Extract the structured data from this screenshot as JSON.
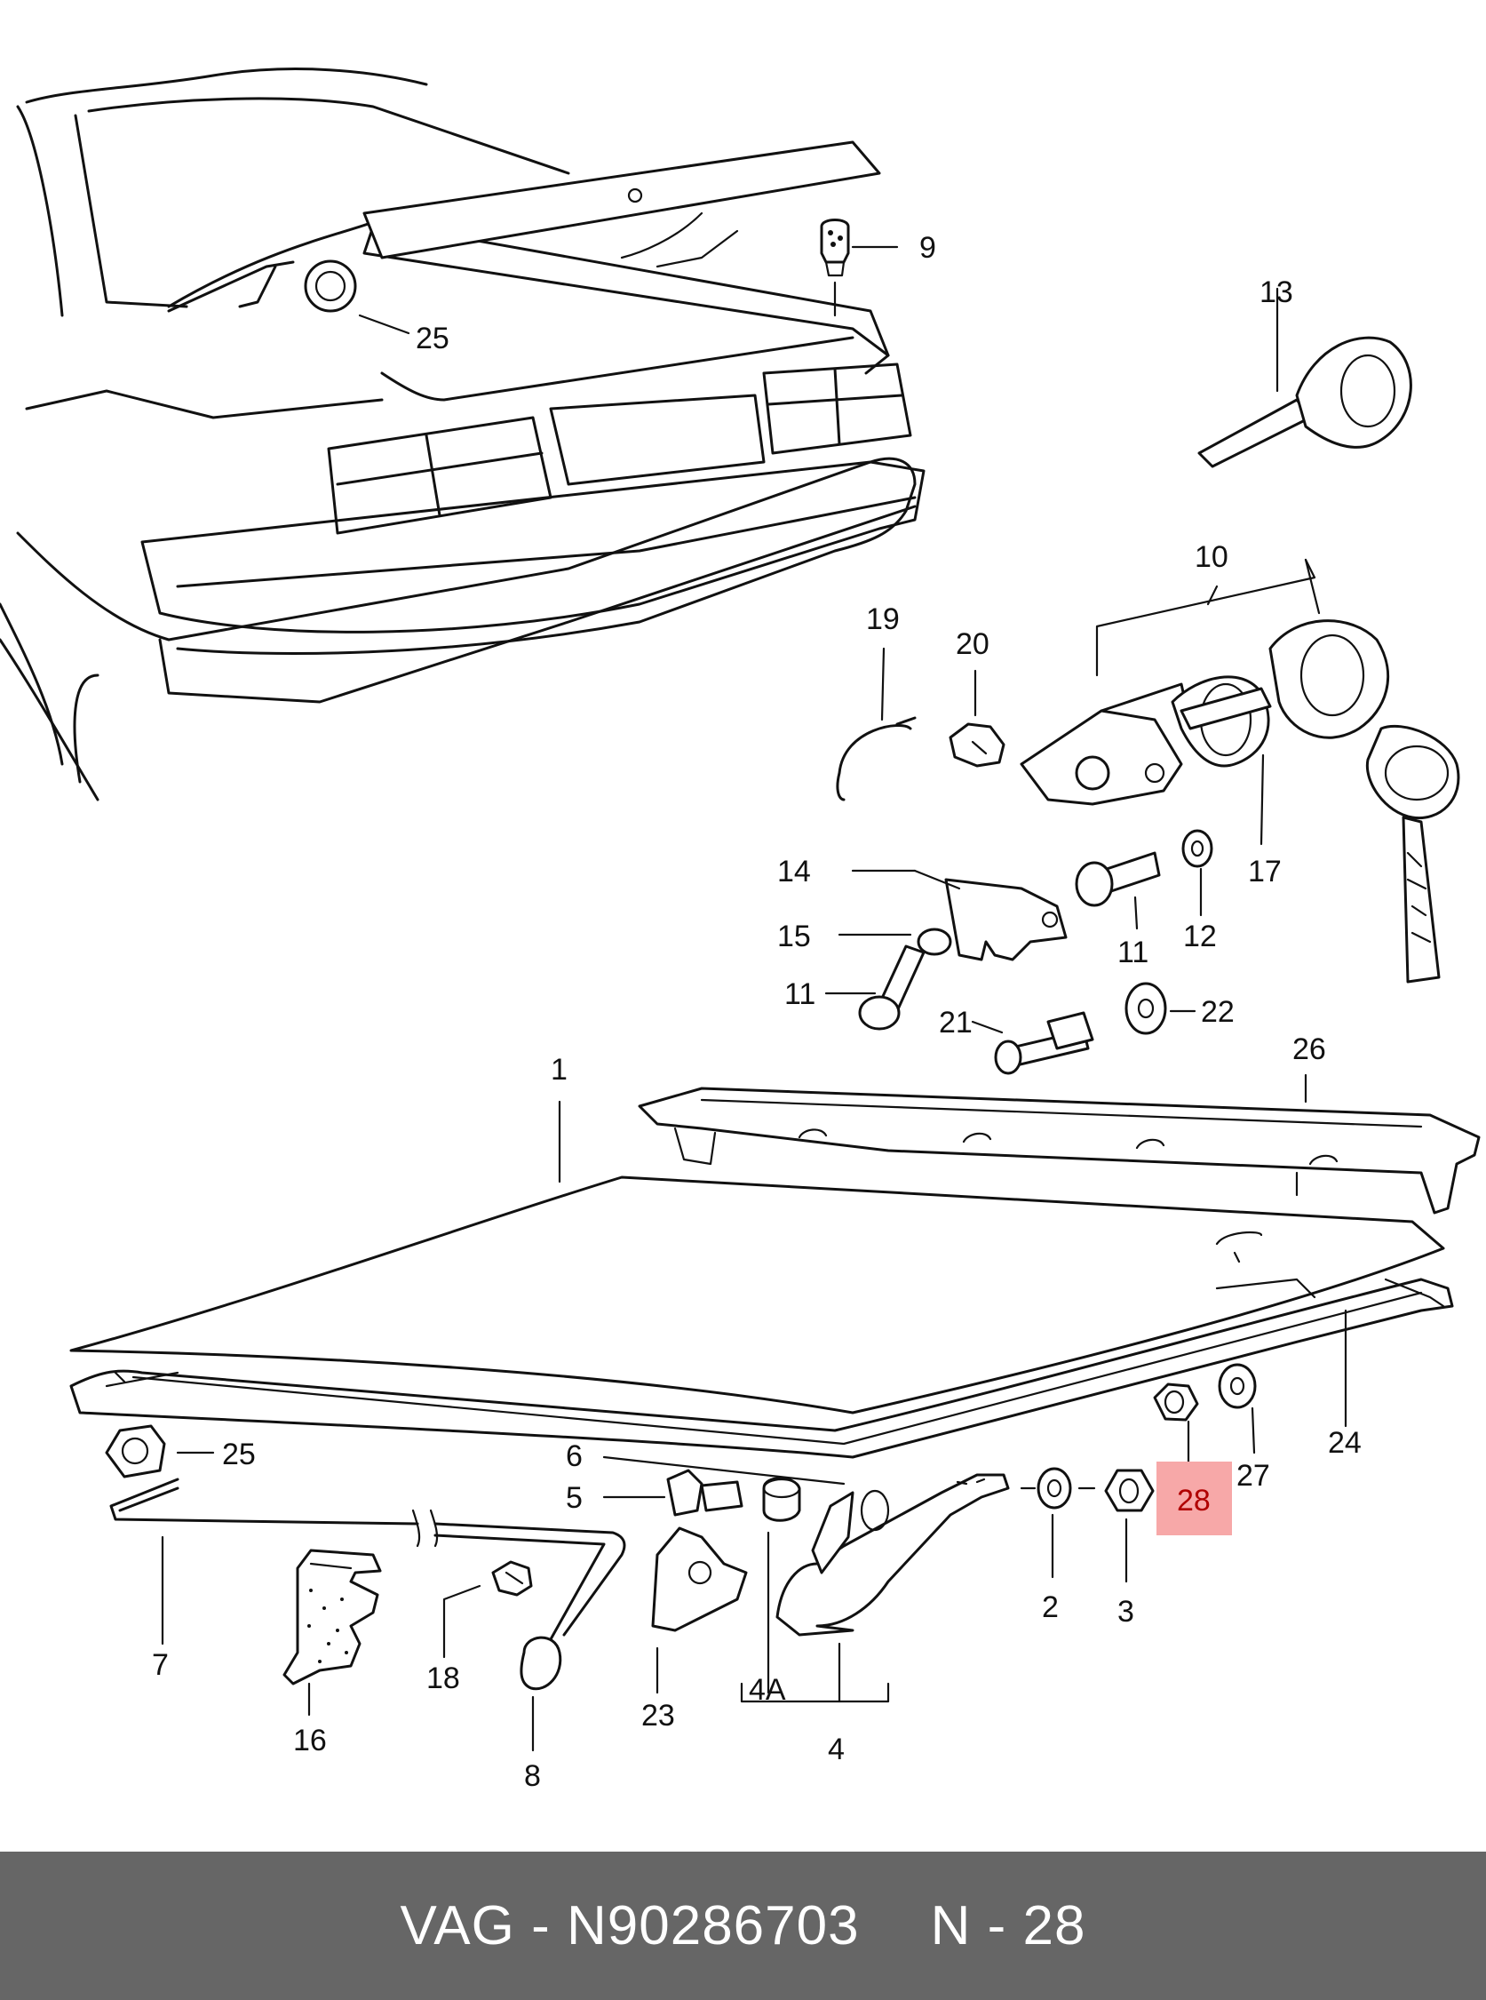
{
  "colors": {
    "background": "#ffffff",
    "line": "#111111",
    "highlight": "#f7a8a8",
    "highlight_text": "#b00000",
    "footer_bg": "#666666",
    "footer_text": "#ffffff"
  },
  "callouts": {
    "c1": "1",
    "c2": "2",
    "c3": "3",
    "c4": "4",
    "c4a": "4A",
    "c5": "5",
    "c6": "6",
    "c7": "7",
    "c8": "8",
    "c9": "9",
    "c10": "10",
    "c11a": "11",
    "c11b": "11",
    "c12": "12",
    "c13": "13",
    "c14": "14",
    "c15": "15",
    "c16": "16",
    "c17": "17",
    "c18": "18",
    "c19": "19",
    "c20": "20",
    "c21": "21",
    "c22": "22",
    "c23": "23",
    "c24": "24",
    "c25a": "25",
    "c25b": "25",
    "c26": "26",
    "c27": "27",
    "c28": "28"
  },
  "highlighted_part": "28",
  "footer": {
    "part_number": "VAG - N90286703",
    "position": "N - 28"
  }
}
